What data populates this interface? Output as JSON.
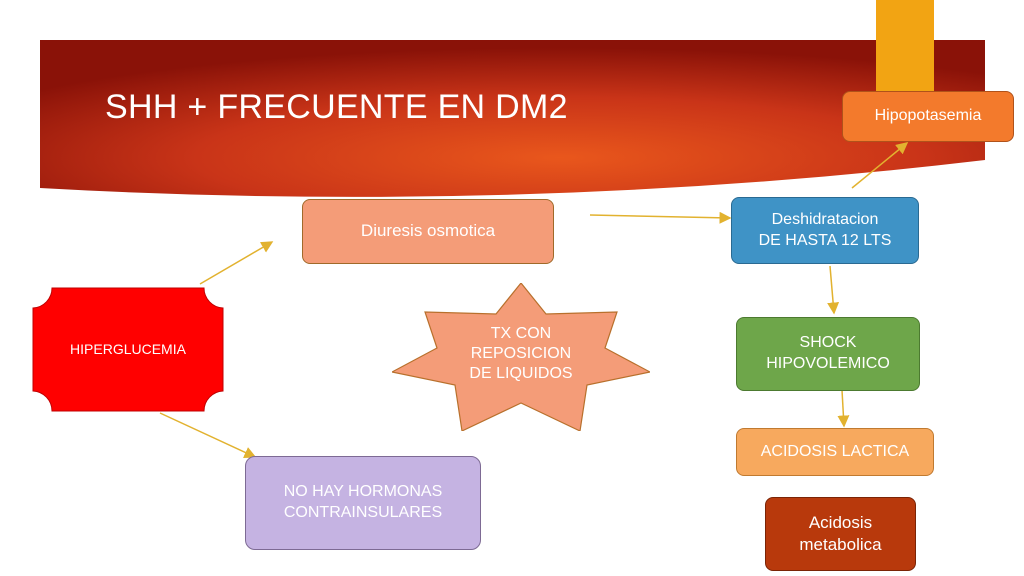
{
  "slide": {
    "title": "SHH + FRECUENTE EN DM2"
  },
  "nodes": {
    "hiperglucemia": "HIPERGLUCEMIA",
    "diuresis": "Diuresis osmotica",
    "tx_star": "TX CON\nREPOSICION\nDE LIQUIDOS",
    "no_hormonas": "NO HAY HORMONAS\nCONTRAINSULARES",
    "deshidratacion": "Deshidratacion\nDE HASTA 12 LTS",
    "hipopotasemia": "Hipopotasemia",
    "shock": "SHOCK\nHIPOVOLEMICO",
    "acidosis_lactica": "ACIDOSIS LACTICA",
    "acidosis_metabolica": "Acidosis\nmetabolica"
  },
  "colors": {
    "banner_dark": "#8a1208",
    "banner_mid": "#c83418",
    "banner_light": "#e3531c",
    "accent_bar": "#f2a413",
    "hiperglucemia_fill": "#ff0000",
    "diuresis_fill": "#f49c78",
    "star_fill": "#f49c78",
    "no_hormonas_fill": "#c5b3e2",
    "deshidratacion_fill": "#3f93c6",
    "hipopotasemia_fill": "#f37a2c",
    "shock_fill": "#6ea64a",
    "acidosis_lactica_fill": "#f7a95e",
    "acidosis_metabolica_fill": "#b8390c",
    "arrow": "#e2b22f"
  }
}
